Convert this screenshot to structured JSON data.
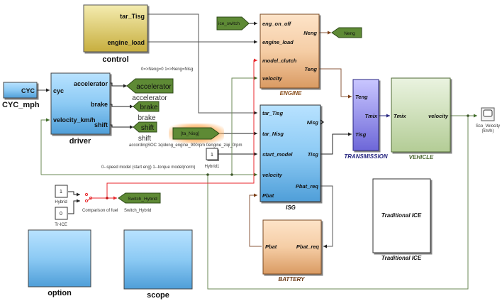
{
  "model": {
    "blocks": {
      "control": {
        "name": "control",
        "outputs": [
          "tar_Tisg",
          "engine_load"
        ]
      },
      "cyc": {
        "name": "CYC_mph",
        "port_label": "CYC"
      },
      "driver": {
        "name": "driver",
        "inputs": [
          "cyc",
          "velocity_km/h"
        ],
        "outputs": [
          "accelerator",
          "brake",
          "shift"
        ]
      },
      "engine": {
        "name": "ENGINE",
        "inputs": [
          "eng_on_off",
          "engine_load",
          "model_clutch",
          "velocity"
        ],
        "outputs": [
          "Neng",
          "Teng"
        ]
      },
      "isg": {
        "name": "ISG",
        "inputs": [
          "tar_Tisg",
          "tar_Nisg",
          "start_model",
          "velocity",
          "Pbat"
        ],
        "outputs": [
          "Nisg",
          "Tisg",
          "Pbat_req"
        ]
      },
      "battery": {
        "name": "BATTERY",
        "inputs": [
          "Pbat_req"
        ],
        "outputs": [
          "Pbat"
        ]
      },
      "transmission": {
        "name": "TRANSMISSION",
        "inputs": [
          "Teng",
          "Tisg"
        ],
        "outputs": [
          "Tmix"
        ]
      },
      "vehicle": {
        "name": "VEHICLE",
        "inputs": [
          "Tmix"
        ],
        "outputs": [
          "velocity"
        ]
      },
      "traditional_ice": {
        "name": "Traditional ICE",
        "inner_label": "Traditional ICE"
      },
      "option": {
        "name": "option"
      },
      "scope": {
        "name": "scope"
      },
      "scope_velocity": {
        "name": "Sco_Velocity (km/h)",
        "line1": "Sco_Velocity",
        "line2": "(km/h)"
      },
      "hybrid_const": {
        "name": "Hybrid",
        "value": "1"
      },
      "trice_const": {
        "name": "Tr-ICE",
        "value": "0"
      },
      "hybrid1_const": {
        "name": "Hybrid1",
        "value": "1"
      },
      "switch": {
        "name": "Comparison of fuel"
      }
    },
    "goto_tags": {
      "accelerator": {
        "tag": "accelerator",
        "label": "accelerator"
      },
      "brake": {
        "tag": "brake",
        "label": "brake"
      },
      "shift": {
        "tag": "shift",
        "label": "shift"
      },
      "neng": {
        "tag": "Neng"
      },
      "switch_hybrid": {
        "tag": "Switch_Hybrid",
        "label": "Switch_Hybrid"
      }
    },
    "from_tags": {
      "ice_switch": {
        "tag": "ice_switch"
      },
      "ta_nisg": {
        "tag": "[ta_Nisg]"
      }
    },
    "annotations": {
      "neng_note": "0=>Neng=0 1=>Neng=Nisg",
      "soc_note": "accordingSOC 1qidong_engine_900rpm 0engine_ziqi_0rpm",
      "mode_note": "0--speed model (start eng) 1--torque model(norm)"
    },
    "colors": {
      "control": "#c9b545",
      "subsystem_blue": "#5fb0e8",
      "engine_orange": "#f3c29a",
      "transmission_purple": "#8c88e8",
      "vehicle_green": "#c8dcb0",
      "tag_green": "#5e8a35",
      "signal_red": "#e8262b",
      "signal_green": "#6b8a55",
      "signal_brown": "#8b5a3c"
    }
  }
}
